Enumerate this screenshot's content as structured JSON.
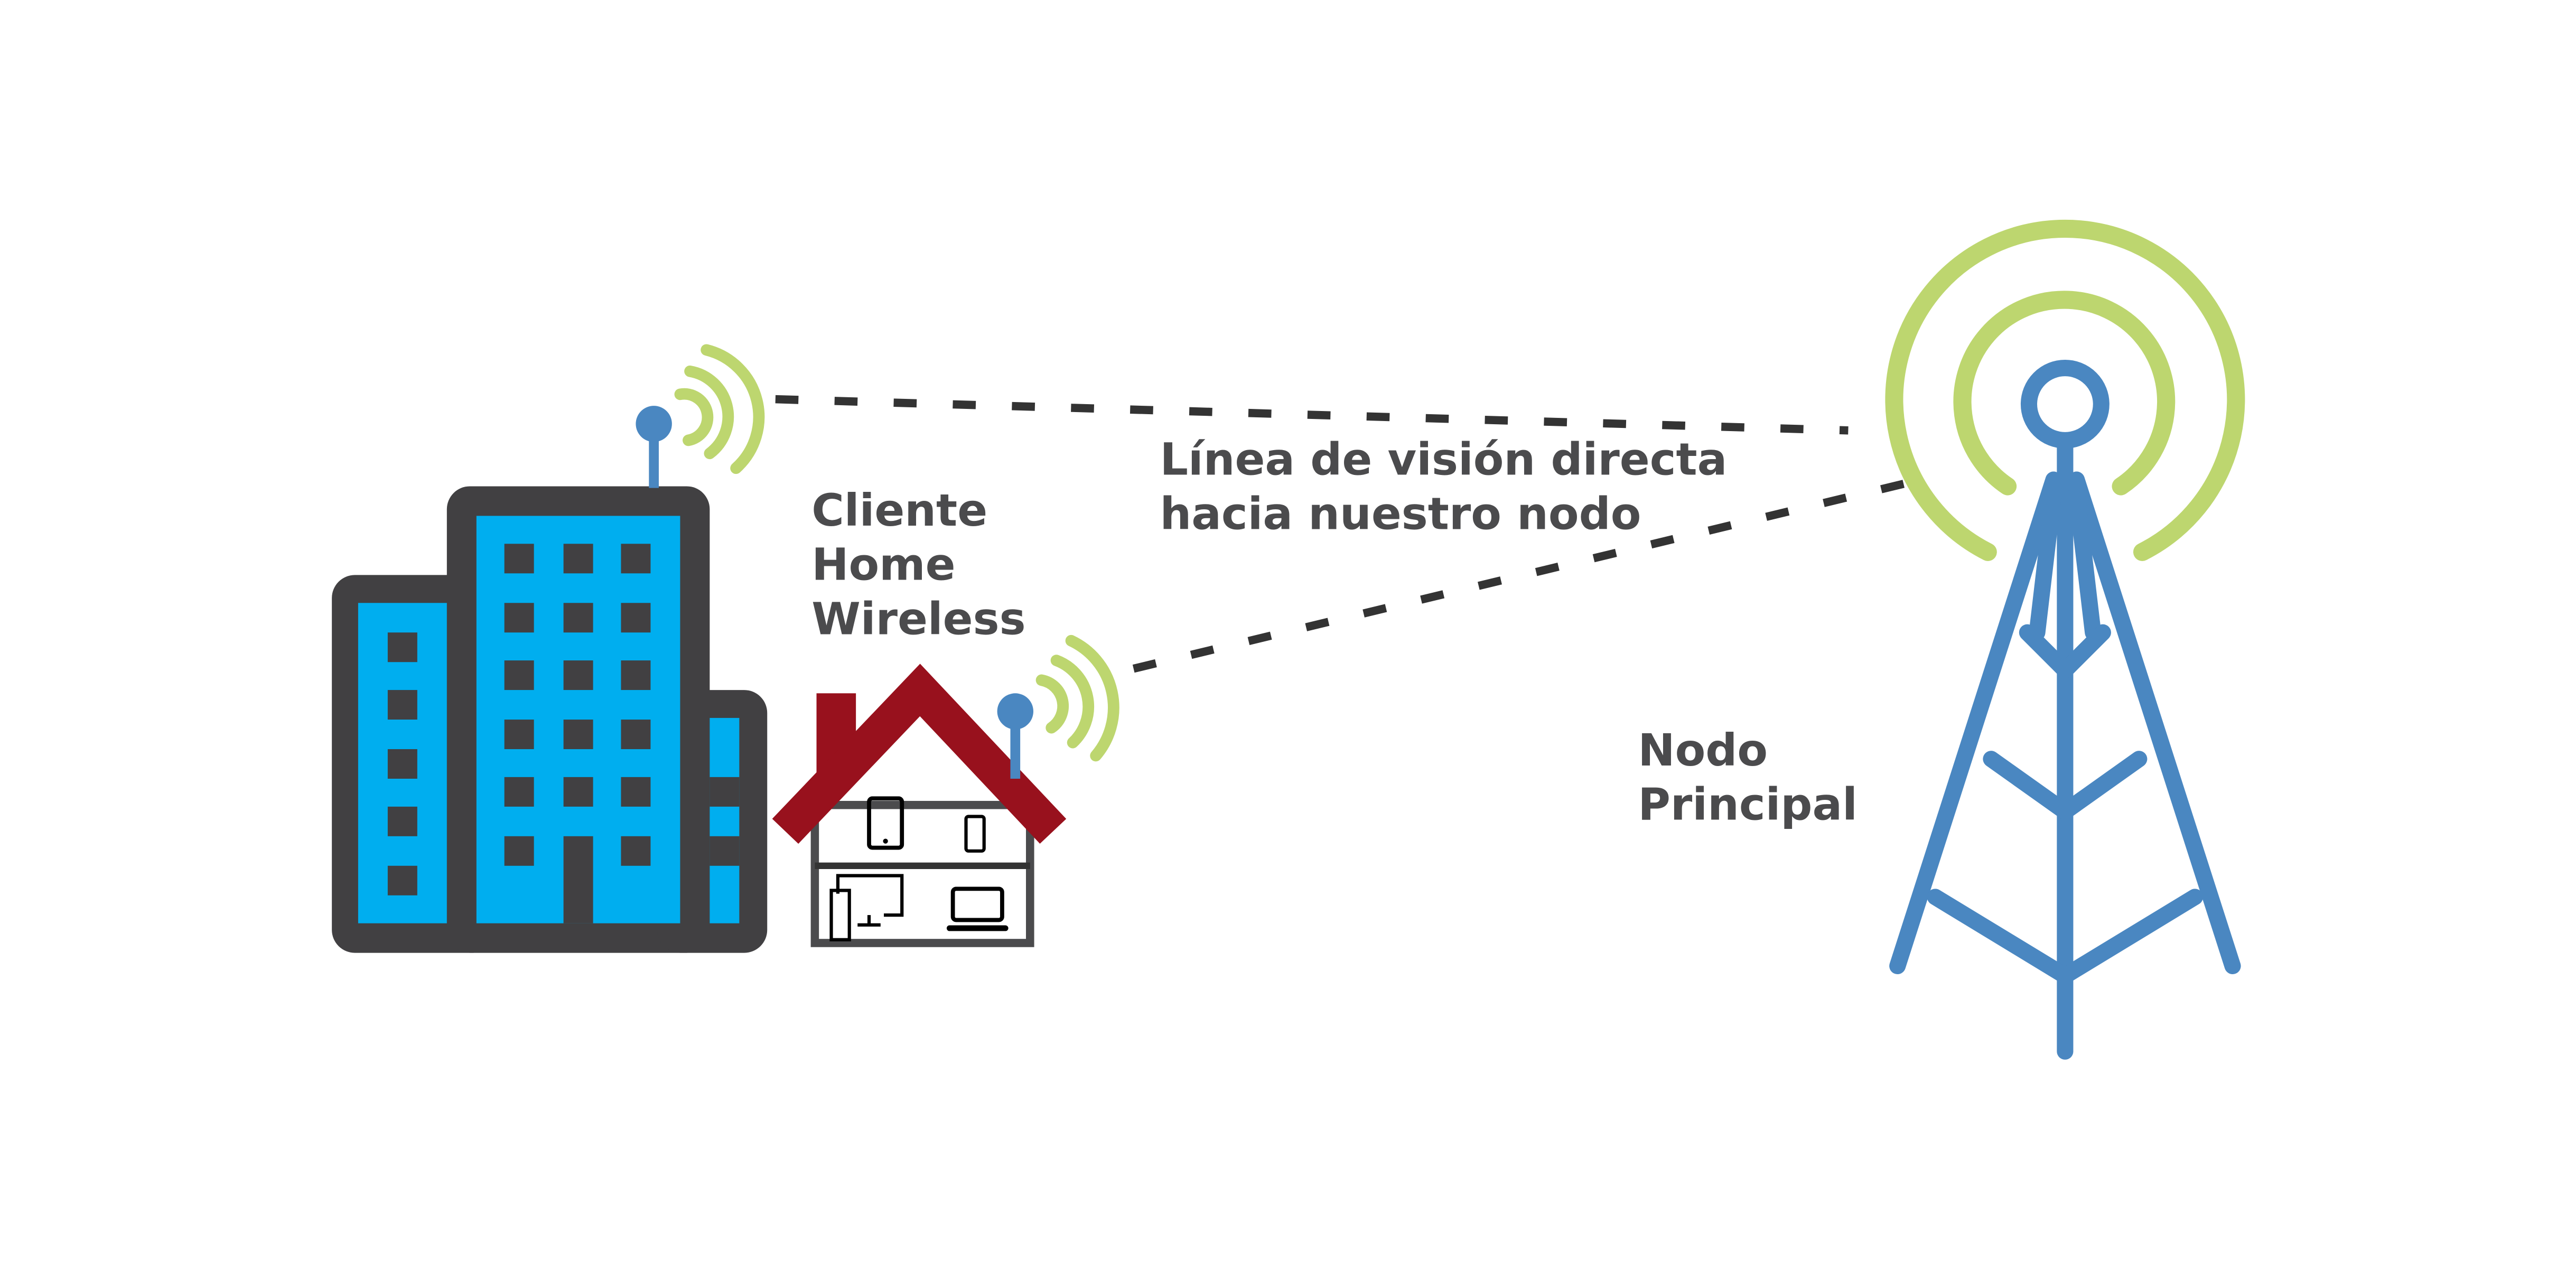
{
  "labels": {
    "client": [
      "Cliente",
      "Home",
      "Wireless"
    ],
    "line_of_sight": [
      "Línea de visión directa",
      "hacia nuestro nodo"
    ],
    "main_node": [
      "Nodo",
      "Principal"
    ]
  },
  "colors": {
    "building_dark": "#414042",
    "building_blue": "#00aeef",
    "antenna_blue": "#4a87c1",
    "signal_green": "#bdd66f",
    "roof_red": "#98111d",
    "text": "#4b4b4d",
    "dash": "#333333"
  }
}
